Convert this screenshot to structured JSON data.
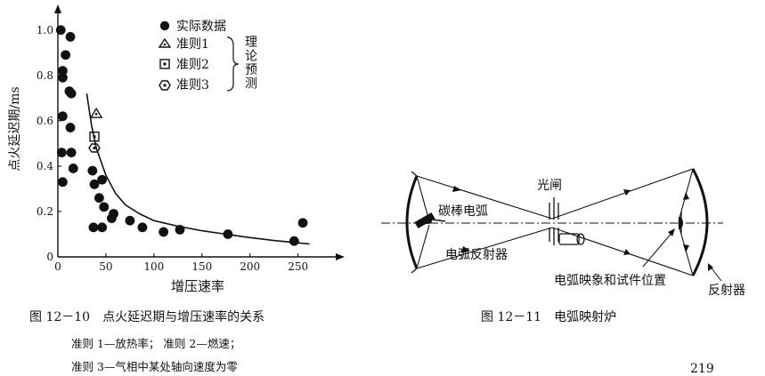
{
  "chart_data": {
    "type": "scatter",
    "ylabel": "点火延迟期/ms",
    "xlabel": "增压速率",
    "xlim": [
      0,
      280
    ],
    "ylim": [
      0,
      1.05
    ],
    "x_ticks": [
      0,
      50,
      100,
      150,
      200,
      250
    ],
    "y_ticks": [
      0,
      0.2,
      0.4,
      0.6,
      0.8,
      1.0
    ],
    "y_tick_labels": [
      "0",
      "0.2",
      "0.4",
      "0.6",
      "0.8",
      "1.0"
    ],
    "series": [
      {
        "name": "实际数据",
        "marker": "filled-circle",
        "points": [
          [
            3,
            1.0
          ],
          [
            8,
            0.89
          ],
          [
            13,
            0.97
          ],
          [
            5,
            0.82
          ],
          [
            5,
            0.79
          ],
          [
            12,
            0.73
          ],
          [
            14,
            0.72
          ],
          [
            5,
            0.62
          ],
          [
            13,
            0.57
          ],
          [
            14,
            0.46
          ],
          [
            4,
            0.46
          ],
          [
            16,
            0.39
          ],
          [
            5,
            0.33
          ],
          [
            36,
            0.38
          ],
          [
            38,
            0.32
          ],
          [
            43,
            0.26
          ],
          [
            46,
            0.34
          ],
          [
            48,
            0.22
          ],
          [
            56,
            0.17
          ],
          [
            58,
            0.19
          ],
          [
            37,
            0.13
          ],
          [
            46,
            0.13
          ],
          [
            75,
            0.16
          ],
          [
            88,
            0.13
          ],
          [
            110,
            0.11
          ],
          [
            127,
            0.12
          ],
          [
            177,
            0.1
          ],
          [
            246,
            0.07
          ],
          [
            255,
            0.15
          ]
        ]
      },
      {
        "name": "准则1",
        "marker": "triangle",
        "points": [
          [
            40,
            0.63
          ]
        ]
      },
      {
        "name": "准则2",
        "marker": "square",
        "points": [
          [
            38,
            0.53
          ]
        ]
      },
      {
        "name": "准则3",
        "marker": "hexagon",
        "points": [
          [
            38,
            0.48
          ]
        ]
      }
    ],
    "curve": [
      [
        30,
        0.72
      ],
      [
        35,
        0.58
      ],
      [
        40,
        0.48
      ],
      [
        50,
        0.36
      ],
      [
        60,
        0.28
      ],
      [
        70,
        0.23
      ],
      [
        85,
        0.19
      ],
      [
        100,
        0.16
      ],
      [
        125,
        0.135
      ],
      [
        150,
        0.115
      ],
      [
        175,
        0.1
      ],
      [
        200,
        0.085
      ],
      [
        225,
        0.072
      ],
      [
        250,
        0.062
      ],
      [
        262,
        0.057
      ]
    ],
    "brace_label_chars": [
      "理",
      "论",
      "预",
      "测"
    ],
    "legend_position": "top-right"
  },
  "fig_left": {
    "caption": "图 12－10　点火延迟期与增压速率的关系",
    "notes": [
      "准则 1—放热率；  准则 2—燃速；",
      "准则 3—气相中某处轴向速度为零"
    ]
  },
  "fig_right": {
    "caption": "图 12－11　电弧映射炉",
    "labels": {
      "shutter": "光闸",
      "carbon_arc": "碳棒电弧",
      "arc_reflector": "电弧反射器",
      "image_position": "电弧映象和试件位置",
      "reflector": "反射器"
    }
  },
  "page_number": "219"
}
